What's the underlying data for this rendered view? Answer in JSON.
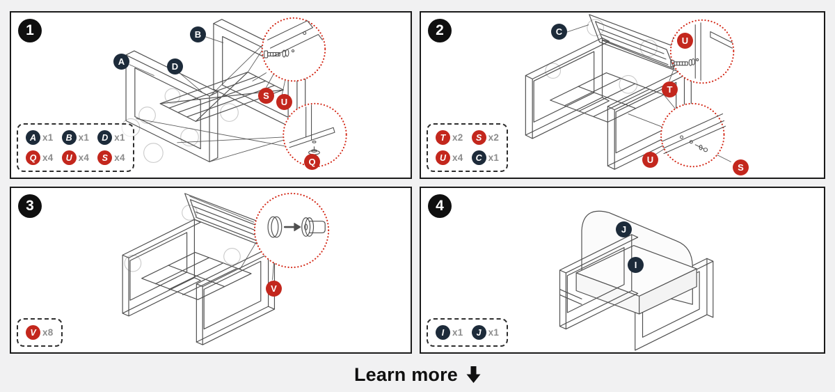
{
  "colors": {
    "page_bg": "#f1f1f2",
    "panel_bg": "#ffffff",
    "panel_border": "#1a1a1a",
    "dark_badge": "#1d2b3a",
    "red_badge": "#c3271d",
    "step_badge": "#0f0f0f",
    "count_text": "#8c8c8c",
    "line_art": "#4f4f4f",
    "light_line": "#c9c9c9",
    "callout_red": "#d42b1a"
  },
  "footer": {
    "learn_more": "Learn more",
    "icon": "down-arrow-icon"
  },
  "panels": [
    {
      "step": "1",
      "diagram_labels": [
        {
          "letter": "A",
          "color": "dark"
        },
        {
          "letter": "B",
          "color": "dark"
        },
        {
          "letter": "D",
          "color": "dark"
        },
        {
          "letter": "S",
          "color": "red"
        },
        {
          "letter": "U",
          "color": "red"
        },
        {
          "letter": "Q",
          "color": "red"
        }
      ],
      "legend": [
        {
          "letter": "A",
          "count": "x1",
          "color": "dark"
        },
        {
          "letter": "B",
          "count": "x1",
          "color": "dark"
        },
        {
          "letter": "D",
          "count": "x1",
          "color": "dark"
        },
        {
          "letter": "Q",
          "count": "x4",
          "color": "red"
        },
        {
          "letter": "U",
          "count": "x4",
          "color": "red"
        },
        {
          "letter": "S",
          "count": "x4",
          "color": "red"
        }
      ]
    },
    {
      "step": "2",
      "diagram_labels": [
        {
          "letter": "C",
          "color": "dark"
        },
        {
          "letter": "U",
          "color": "red"
        },
        {
          "letter": "T",
          "color": "red"
        },
        {
          "letter": "U",
          "color": "red"
        },
        {
          "letter": "S",
          "color": "red"
        }
      ],
      "legend": [
        {
          "letter": "T",
          "count": "x2",
          "color": "red"
        },
        {
          "letter": "S",
          "count": "x2",
          "color": "red"
        },
        {
          "letter": "U",
          "count": "x4",
          "color": "red"
        },
        {
          "letter": "C",
          "count": "x1",
          "color": "dark"
        }
      ]
    },
    {
      "step": "3",
      "diagram_labels": [
        {
          "letter": "V",
          "color": "red"
        }
      ],
      "legend": [
        {
          "letter": "V",
          "count": "x8",
          "color": "red"
        }
      ]
    },
    {
      "step": "4",
      "diagram_labels": [
        {
          "letter": "J",
          "color": "dark"
        },
        {
          "letter": "I",
          "color": "dark"
        }
      ],
      "legend": [
        {
          "letter": "I",
          "count": "x1",
          "color": "dark"
        },
        {
          "letter": "J",
          "count": "x1",
          "color": "dark"
        }
      ]
    }
  ]
}
